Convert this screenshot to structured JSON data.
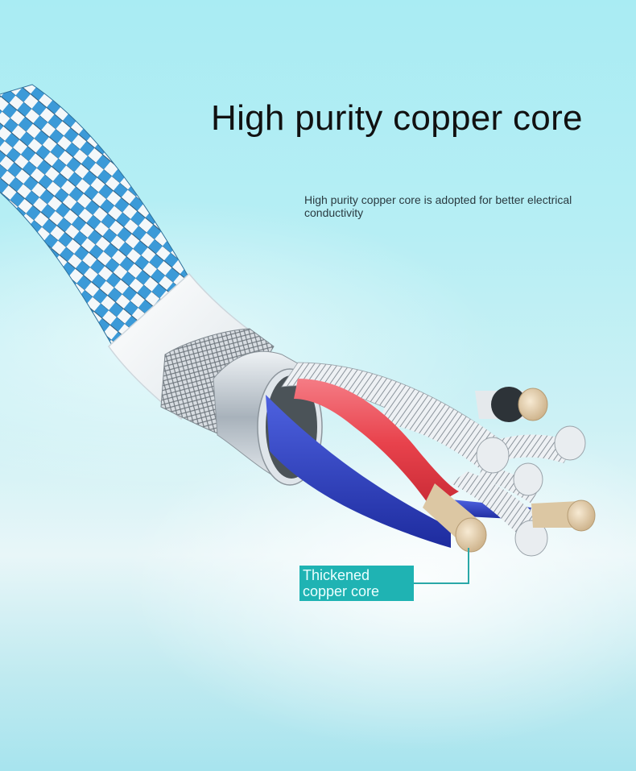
{
  "headline": "High purity copper core",
  "description": "High purity copper core is adopted for better electrical conductivity",
  "callout": {
    "label": "Thickened copper core"
  },
  "illustration": {
    "subject": "cable-cutaway",
    "layers": [
      "blue-white braided jacket",
      "white insulation sleeve",
      "metal mesh shield",
      "aluminum foil layer",
      "red wire",
      "blue wire",
      "stranded silver cores",
      "copper cores"
    ]
  },
  "colors": {
    "background": "#b3edf3",
    "callout_bg": "#1fb3b3",
    "wire_red": "#e8424c",
    "wire_blue": "#2a3fc4",
    "braid_blue": "#3a9ad9",
    "copper": "#e6d2b0"
  }
}
